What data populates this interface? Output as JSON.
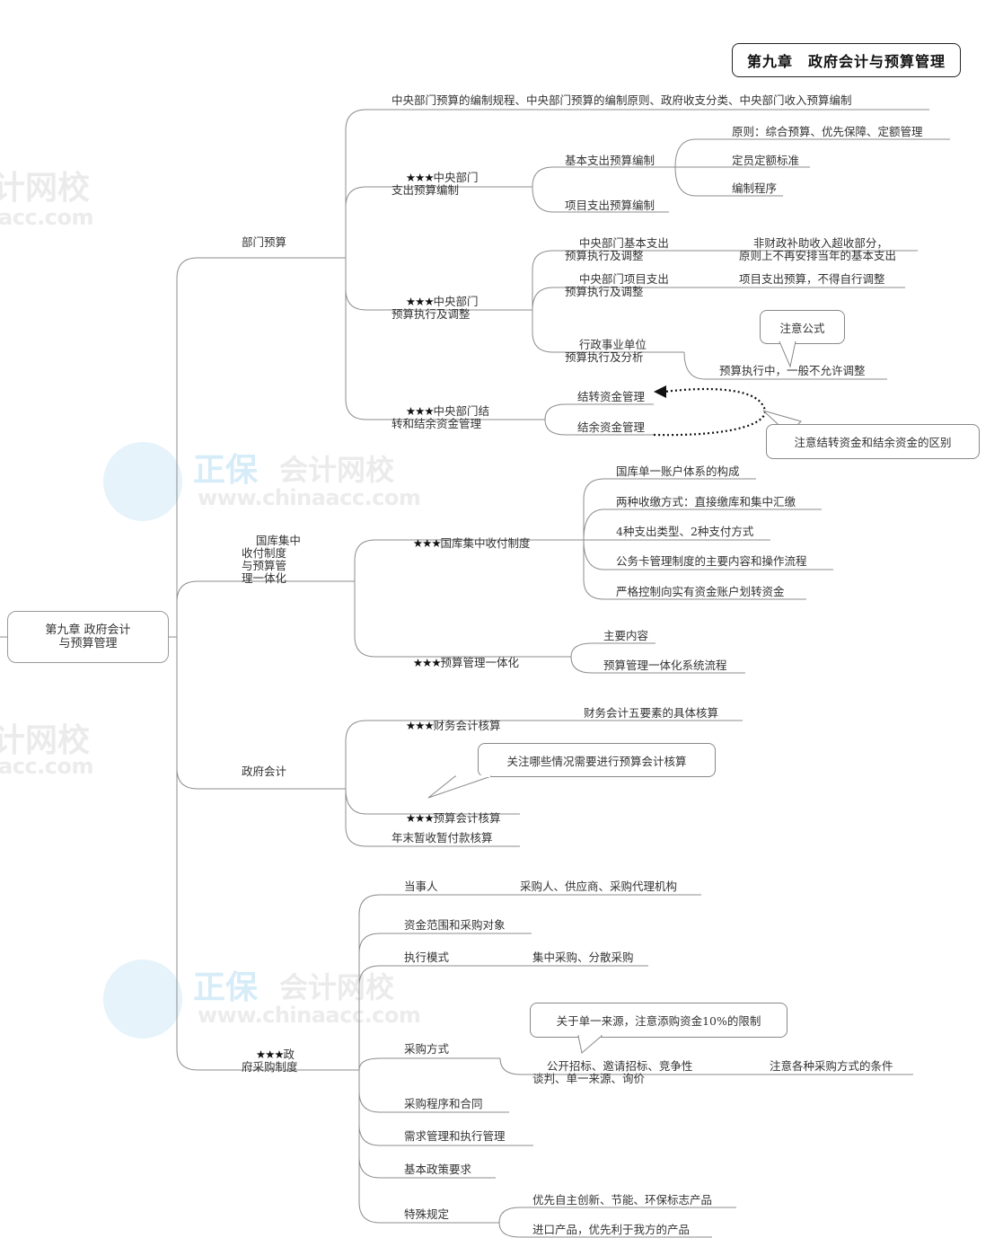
{
  "title": "第九章　政府会计与预算管理",
  "root": {
    "line1": "第九章 政府会计",
    "line2": "与预算管理"
  },
  "watermark": {
    "brand_blue": "正保",
    "brand_gray": "会计网校",
    "url": "www.chinaacc.com",
    "partial_cn": "计网校",
    "partial_url": "acc.com"
  },
  "branches": {
    "dept_budget": {
      "label": "部门预算",
      "overview": "中央部门预算的编制规程、中央部门预算的编制原则、政府收支分类、中央部门收入预算编制",
      "expenditure": {
        "stars": "★★★",
        "line1": "中央部门",
        "line2": "支出预算编制",
        "basic": "基本支出预算编制",
        "basic_children": [
          "原则：综合预算、优先保障、定额管理",
          "定员定额标准",
          "编制程序"
        ],
        "project": "项目支出预算编制"
      },
      "execution": {
        "stars": "★★★",
        "line1": "中央部门",
        "line2": "预算执行及调整",
        "basic_exec": {
          "line1": "中央部门基本支出",
          "line2": "预算执行及调整",
          "note_line1": "非财政补助收入超收部分，",
          "note_line2": "原则上不再安排当年的基本支出"
        },
        "project_exec": {
          "line1": "中央部门项目支出",
          "line2": "预算执行及调整",
          "note": "项目支出预算，不得自行调整"
        },
        "admin_exec": {
          "line1": "行政事业单位",
          "line2": "预算执行及分析",
          "note": "预算执行中，一般不允许调整",
          "callout": "注意公式"
        }
      },
      "carryover": {
        "stars": "★★★",
        "line1": "中央部门结",
        "line2": "转和结余资金管理",
        "children": [
          "结转资金管理",
          "结余资金管理"
        ],
        "callout": "注意结转资金和结余资金的区别"
      }
    },
    "treasury": {
      "label_lines": [
        "国库集中",
        "收付制度",
        "与预算管",
        "理一体化"
      ],
      "centralized": {
        "stars": "★★★",
        "label": "国库集中收付制度",
        "children": [
          "国库单一账户体系的构成",
          "两种收缴方式：直接缴库和集中汇缴",
          "4种支出类型、2种支付方式",
          "公务卡管理制度的主要内容和操作流程",
          "严格控制向实有资金账户划转资金"
        ]
      },
      "integration": {
        "stars": "★★★",
        "label": "预算管理一体化",
        "children": [
          "主要内容",
          "预算管理一体化系统流程"
        ]
      }
    },
    "gov_accounting": {
      "label": "政府会计",
      "financial": {
        "stars": "★★★",
        "label": "财务会计核算",
        "note": "财务会计五要素的具体核算"
      },
      "budget": {
        "stars": "★★★",
        "label": "预算会计核算",
        "callout": "关注哪些情况需要进行预算会计核算"
      },
      "year_end": "年末暂收暂付款核算"
    },
    "procurement": {
      "stars": "★★★",
      "line1": "政",
      "line2": "府采购制度",
      "parties": {
        "label": "当事人",
        "note": "采购人、供应商、采购代理机构"
      },
      "scope": "资金范围和采购对象",
      "mode": {
        "label": "执行模式",
        "note": "集中采购、分散采购"
      },
      "methods": {
        "label": "采购方式",
        "list_line1": "公开招标、邀请招标、竞争性",
        "list_line2": "谈判、单一来源、询价",
        "note": "注意各种采购方式的条件",
        "callout": "关于单一来源，注意添购资金10%的限制"
      },
      "procedure": "采购程序和合同",
      "demand": "需求管理和执行管理",
      "policy": "基本政策要求",
      "special": {
        "label": "特殊规定",
        "children": [
          "优先自主创新、节能、环保标志产品",
          "进口产品，优先利于我方的产品"
        ]
      }
    }
  },
  "colors": {
    "line": "#8c8c8c",
    "text": "#333333",
    "watermark_blue": "#d6ecf8",
    "watermark_gray": "#ececec"
  }
}
